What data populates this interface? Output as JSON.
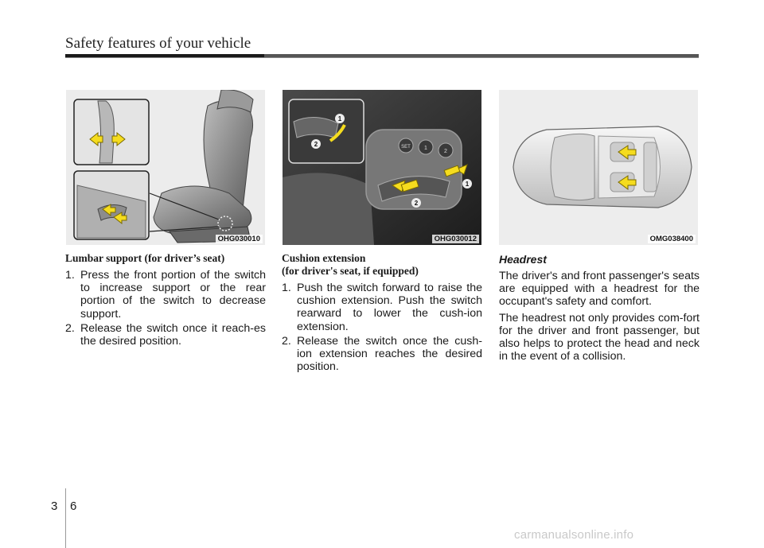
{
  "header": {
    "title": "Safety features of your vehicle"
  },
  "figures": [
    {
      "code": "OHG030010"
    },
    {
      "code": "OHG030012",
      "callouts": [
        "1",
        "2",
        "SET",
        "1",
        "2",
        "1",
        "2"
      ]
    },
    {
      "code": "OMG038400"
    }
  ],
  "lumbar": {
    "heading": "Lumbar support (for driver’s seat)",
    "steps": [
      {
        "num": "1.",
        "text": "Press the front portion of the switch to increase support or the rear portion of the switch to decrease support."
      },
      {
        "num": "2.",
        "text": "Release the switch once it reach-es the desired position."
      }
    ]
  },
  "cushion": {
    "heading_line1": "Cushion extension",
    "heading_line2": "(for driver's seat, if equipped)",
    "steps": [
      {
        "num": "1.",
        "text": "Push the switch forward to raise the cushion extension. Push the switch rearward to lower the cush-ion extension."
      },
      {
        "num": "2.",
        "text": "Release the switch once the cush-ion extension reaches the desired position."
      }
    ]
  },
  "headrest": {
    "heading": "Headrest",
    "paragraphs": [
      "The driver's and front passenger's seats are equipped with a headrest for the occupant's safety and comfort.",
      "The headrest not only provides com-fort for the driver and front passenger, but also helps to protect the head and neck in the event of a collision."
    ]
  },
  "footer": {
    "chapter": "3",
    "page": "6"
  },
  "watermark": "carmanualsonline.info",
  "colors": {
    "arrow": "#f5dc1e",
    "arrow_stroke": "#7a6a00",
    "dark_panel": "#2a2a2a"
  }
}
